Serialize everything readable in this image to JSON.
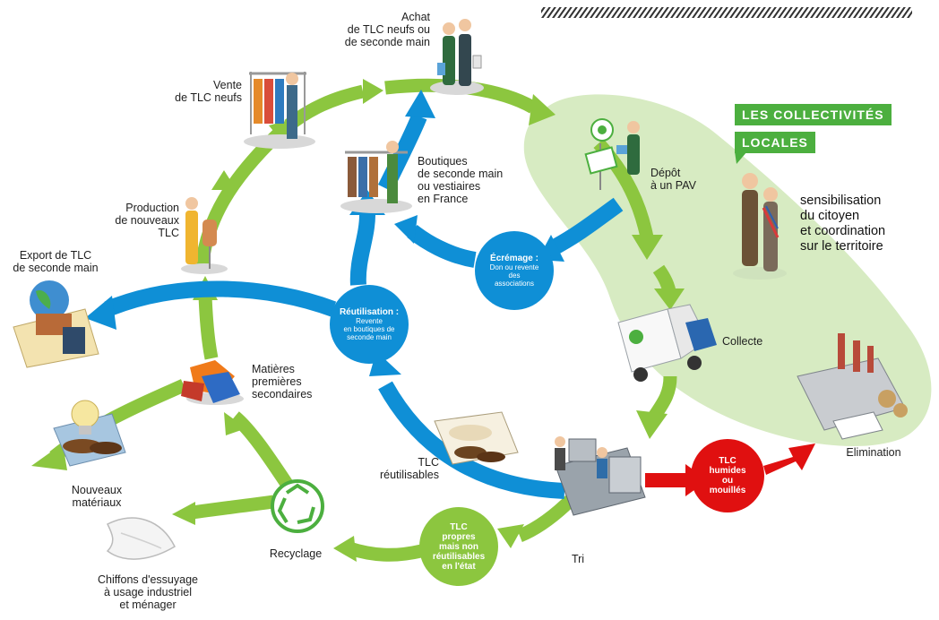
{
  "theme": {
    "green_arrow": "#8cc63f",
    "blue_arrow": "#0f8fd6",
    "red_arrow": "#e01010",
    "zone_fill": "#d7ebc2",
    "tag_green": "#4caf3f"
  },
  "header_tag": {
    "line1": "LES COLLECTIVITÉS",
    "line2": "LOCALES"
  },
  "awareness_text": {
    "l1": "sensibilisation",
    "l2": "du citoyen",
    "l3": "et coordination",
    "l4": "sur le territoire"
  },
  "labels": {
    "achat": {
      "l1": "Achat",
      "l2": "de TLC neufs ou",
      "l3": "de seconde main"
    },
    "vente": {
      "l1": "Vente",
      "l2": "de TLC neufs"
    },
    "boutiques": {
      "l1": "Boutiques",
      "l2": "de seconde main",
      "l3": "ou vestiaires",
      "l4": "en France"
    },
    "production": {
      "l1": "Production",
      "l2": "de nouveaux",
      "l3": "TLC"
    },
    "export": {
      "l1": "Export de TLC",
      "l2": "de seconde main"
    },
    "depot": {
      "l1": "Dépôt",
      "l2": "à un PAV"
    },
    "collecte": {
      "l1": "Collecte"
    },
    "matieres": {
      "l1": "Matières",
      "l2": "premières",
      "l3": "secondaires"
    },
    "nouveaux": {
      "l1": "Nouveaux",
      "l2": "matériaux"
    },
    "tlc_reutil": {
      "l1": "TLC",
      "l2": "réutilisables"
    },
    "elimination": {
      "l1": "Elimination"
    },
    "recyclage": {
      "l1": "Recyclage"
    },
    "chiffons": {
      "l1": "Chiffons d'essuyage",
      "l2": "à usage industriel",
      "l3": "et ménager"
    },
    "tri": {
      "l1": "Tri"
    }
  },
  "bubbles": {
    "ecremage": {
      "title": "Écrémage :",
      "s1": "Don ou revente",
      "s2": "des",
      "s3": "associations"
    },
    "reutilisation": {
      "title": "Réutilisation :",
      "s1": "Revente",
      "s2": "en boutiques de",
      "s3": "seconde main"
    },
    "humides": {
      "l1": "TLC",
      "l2": "humides",
      "l3": "ou",
      "l4": "mouillés"
    },
    "propres": {
      "l1": "TLC",
      "l2": "propres",
      "l3": "mais non",
      "l4": "réutilisables",
      "l5": "en l'état"
    }
  },
  "icons": {
    "recycle": "recycle-icon",
    "point_apport_sign": "point-apport-sign-icon",
    "truck": "collection-truck-icon",
    "factory": "incineration-plant-icon",
    "globe": "globe-icon",
    "clothes_rack": "clothes-rack-icon",
    "shoppers": "shoppers-icon",
    "officials": "local-officials-icon",
    "sorting": "sorting-station-icon",
    "fabric": "fabric-pile-icon",
    "rags": "rag-cloth-icon",
    "shoes_lamp": "new-materials-icon",
    "folded_clothes": "folded-clothes-icon",
    "tailor": "tailor-icon",
    "person_depot": "person-depositing-icon"
  }
}
